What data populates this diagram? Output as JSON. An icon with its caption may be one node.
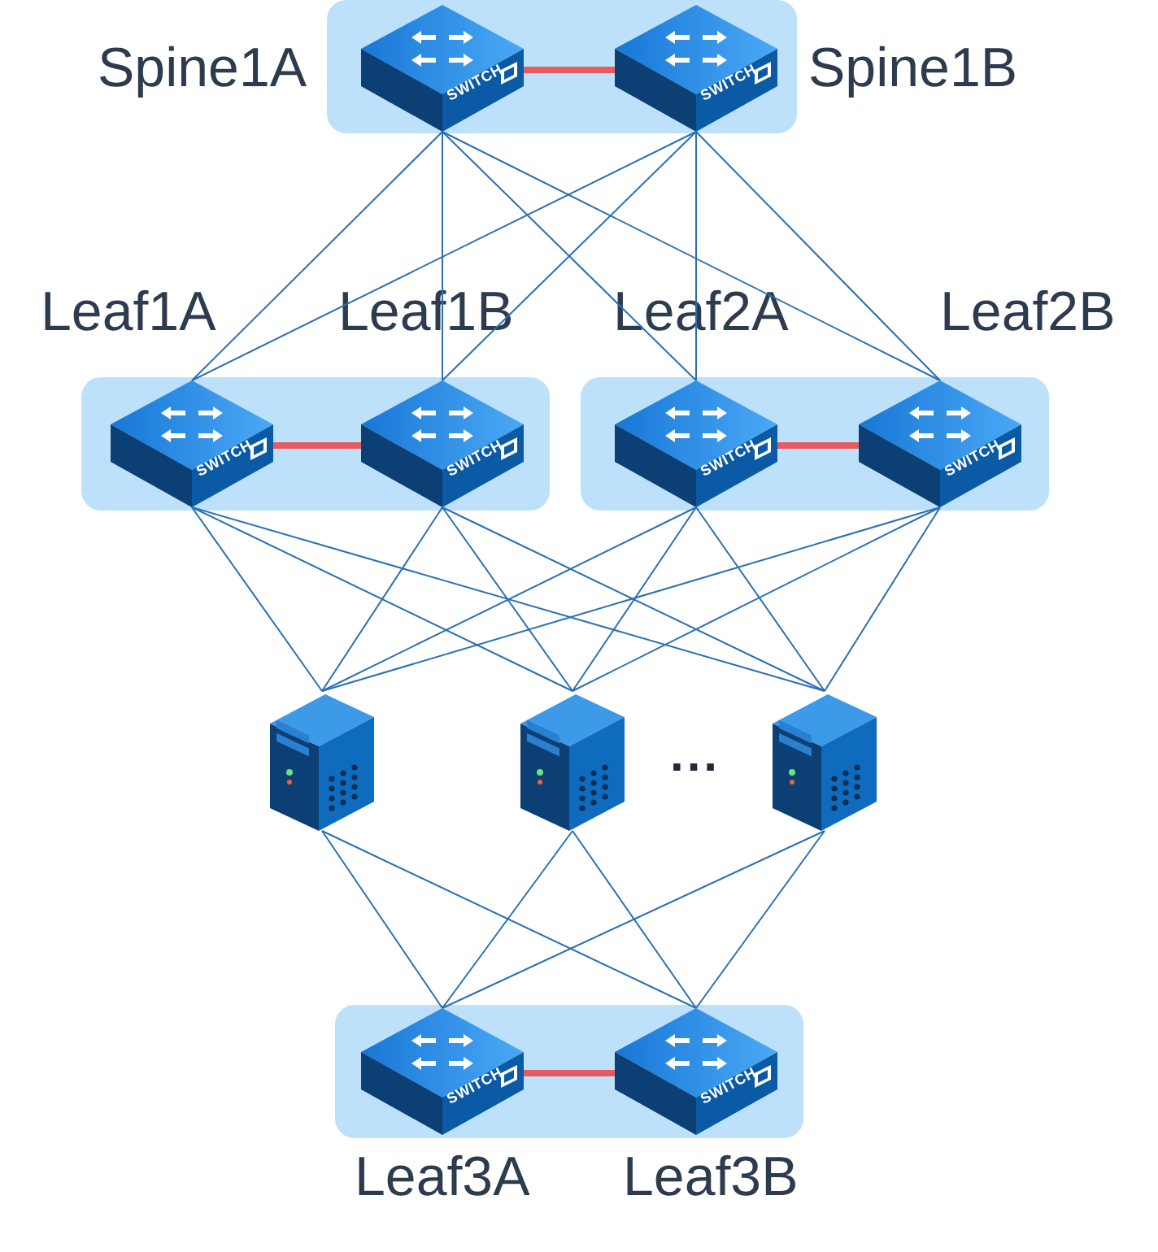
{
  "diagram": {
    "nodes": [
      {
        "text": [],
        "shape": "box"
      },
      {
        "text": [
          "SWITCH"
        ],
        "in": 0,
        "beside": [
          "Spine1A"
        ]
      },
      {
        "text": [
          "SWITCH"
        ],
        "in": 0,
        "beside": [
          "Spine1B"
        ]
      },
      {
        "text": [],
        "shape": "box"
      },
      {
        "text": [
          "SWITCH"
        ],
        "in": 3,
        "beside": [
          "Leaf1A"
        ]
      },
      {
        "text": [
          "SWITCH"
        ],
        "in": 3,
        "beside": [
          "Leaf1B"
        ]
      },
      {
        "text": [],
        "shape": "box"
      },
      {
        "text": [
          "SWITCH"
        ],
        "in": 6,
        "beside": [
          "Leaf2A"
        ]
      },
      {
        "text": [
          "SWITCH"
        ],
        "in": 6,
        "beside": [
          "Leaf2B"
        ]
      },
      {
        "text": [],
        "shape": "server"
      },
      {
        "text": [],
        "shape": "server"
      },
      {
        "text": [],
        "shape": "server"
      },
      {
        "text": [],
        "shape": "box"
      },
      {
        "text": [
          "SWITCH"
        ],
        "in": 12,
        "beside": [
          "Leaf3A"
        ]
      },
      {
        "text": [
          "SWITCH"
        ],
        "in": 12,
        "beside": [
          "Leaf3B"
        ]
      }
    ],
    "edges": [
      {
        "from": 1,
        "to": 2,
        "arrow": "none",
        "style": "thick",
        "color": "#e85a60"
      },
      {
        "from": 4,
        "to": 5,
        "arrow": "none",
        "style": "thick",
        "color": "#e85a60"
      },
      {
        "from": 7,
        "to": 8,
        "arrow": "none",
        "style": "thick",
        "color": "#e85a60"
      },
      {
        "from": 13,
        "to": 14,
        "arrow": "none",
        "style": "thick",
        "color": "#e85a60"
      },
      {
        "from": 1,
        "to": 4,
        "arrow": "none"
      },
      {
        "from": 1,
        "to": 5,
        "arrow": "none"
      },
      {
        "from": 1,
        "to": 7,
        "arrow": "none"
      },
      {
        "from": 1,
        "to": 8,
        "arrow": "none"
      },
      {
        "from": 2,
        "to": 4,
        "arrow": "none"
      },
      {
        "from": 2,
        "to": 5,
        "arrow": "none"
      },
      {
        "from": 2,
        "to": 7,
        "arrow": "none"
      },
      {
        "from": 2,
        "to": 8,
        "arrow": "none"
      },
      {
        "from": 4,
        "to": 9,
        "arrow": "none"
      },
      {
        "from": 4,
        "to": 10,
        "arrow": "none"
      },
      {
        "from": 4,
        "to": 11,
        "arrow": "none"
      },
      {
        "from": 5,
        "to": 9,
        "arrow": "none"
      },
      {
        "from": 5,
        "to": 10,
        "arrow": "none"
      },
      {
        "from": 5,
        "to": 11,
        "arrow": "none"
      },
      {
        "from": 7,
        "to": 9,
        "arrow": "none"
      },
      {
        "from": 7,
        "to": 10,
        "arrow": "none"
      },
      {
        "from": 7,
        "to": 11,
        "arrow": "none"
      },
      {
        "from": 8,
        "to": 9,
        "arrow": "none"
      },
      {
        "from": 8,
        "to": 10,
        "arrow": "none"
      },
      {
        "from": 8,
        "to": 11,
        "arrow": "none"
      },
      {
        "from": 9,
        "to": 13,
        "arrow": "none"
      },
      {
        "from": 9,
        "to": 14,
        "arrow": "none"
      },
      {
        "from": 10,
        "to": 13,
        "arrow": "none"
      },
      {
        "from": 10,
        "to": 14,
        "arrow": "none"
      },
      {
        "from": 11,
        "to": 13,
        "arrow": "none"
      },
      {
        "from": 11,
        "to": 14,
        "arrow": "none"
      }
    ],
    "labels": [
      "..."
    ]
  }
}
